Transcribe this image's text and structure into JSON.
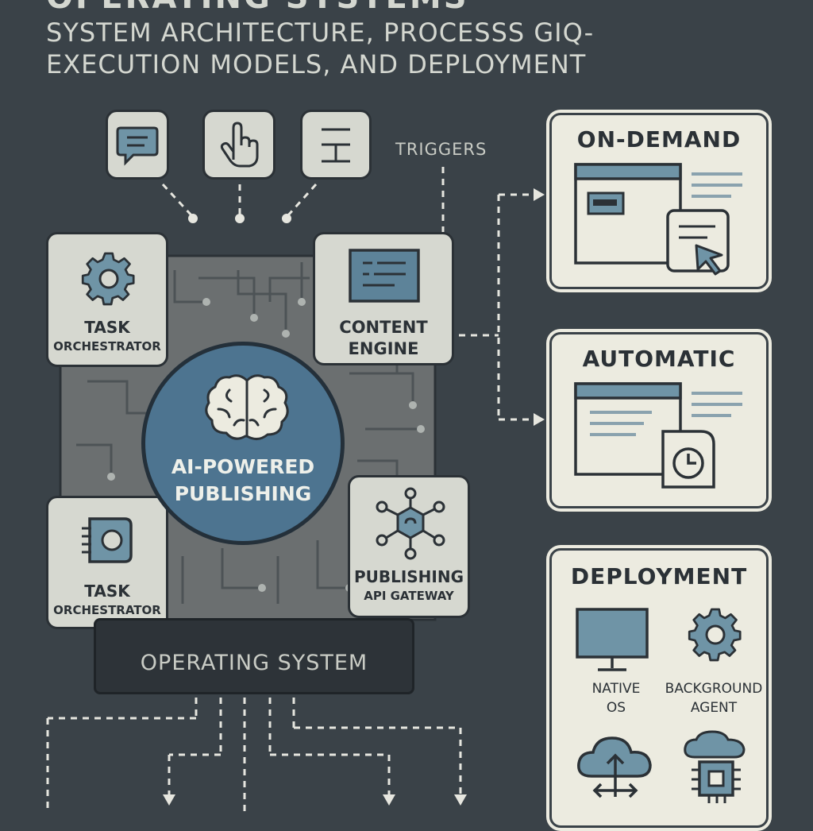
{
  "header": {
    "title": "OPERATING SYSTEMS",
    "subtitle_line1": "SYSTEM ARCHITECTURE, PROCESSS GIQ-",
    "subtitle_line2": "EXECUTION MODELS, AND DEPLOYMENT"
  },
  "triggers": {
    "label": "TRIGGERS",
    "icons": [
      "chat-icon",
      "touch-icon",
      "input-icon"
    ]
  },
  "hub": {
    "line1": "AI-POWERED",
    "line2": "PUBLISHING",
    "icon": "brain-icon"
  },
  "modules": {
    "task_top": {
      "line1": "TASK",
      "line2": "ORCHESTRATOR",
      "icon": "gear-icon"
    },
    "content_engine": {
      "line1": "CONTENT",
      "line2": "ENGINE",
      "icon": "document-icon"
    },
    "task_bottom": {
      "line1": "TASK",
      "line2": "ORCHESTRATOR",
      "icon": "chip-icon"
    },
    "gateway": {
      "line1": "PUBLISHING",
      "line2": "API GATEWAY",
      "icon": "network-icon"
    }
  },
  "os": {
    "label": "OPERATING SYSTEM"
  },
  "panels": {
    "on_demand": {
      "title": "ON-DEMAND",
      "icon": "browser-cursor-icon"
    },
    "automatic": {
      "title": "AUTOMATIC",
      "icon": "browser-clock-icon"
    },
    "deployment": {
      "title": "DEPLOYMENT",
      "native_line1": "NATIVE",
      "native_line2": "OS",
      "agent_line1": "BACKGROUND",
      "agent_line2": "AGENT",
      "icons": [
        "monitor-icon",
        "gear-icon",
        "cloud-sync-icon",
        "cloud-chip-icon"
      ]
    }
  },
  "colors": {
    "background": "#3a4248",
    "card": "#d6d8d0",
    "panel": "#ecebe0",
    "accent": "#4d7490",
    "icon_fill": "#6f94a6",
    "dark": "#2b3136"
  }
}
